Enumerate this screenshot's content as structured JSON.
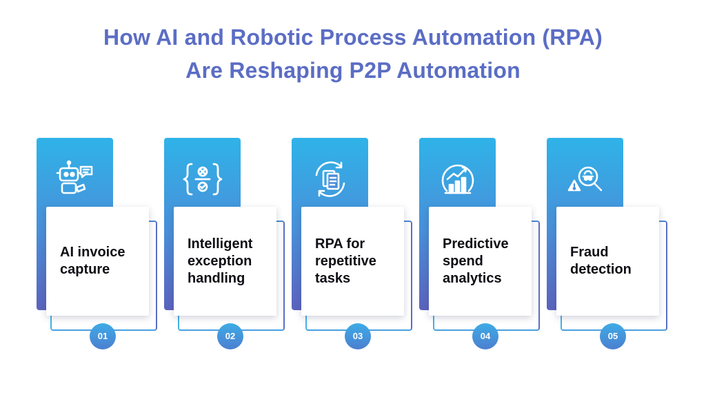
{
  "title": {
    "line1": "How AI and Robotic Process Automation (RPA)",
    "line2": "Are Reshaping P2P Automation"
  },
  "steps": [
    {
      "number": "01",
      "label": "AI invoice capture",
      "icon": "robot-chat-icon"
    },
    {
      "number": "02",
      "label": "Intelligent exception handling",
      "icon": "exception-braces-icon"
    },
    {
      "number": "03",
      "label": "RPA for repetitive tasks",
      "icon": "document-cycle-icon"
    },
    {
      "number": "04",
      "label": "Predictive spend analytics",
      "icon": "analytics-growth-icon"
    },
    {
      "number": "05",
      "label": "Fraud detection",
      "icon": "fraud-search-icon"
    }
  ],
  "colors": {
    "title": "#5b6dc4",
    "gradient_top": "#2fb3e8",
    "gradient_bottom": "#5b63bd",
    "text": "#0e0e14"
  }
}
